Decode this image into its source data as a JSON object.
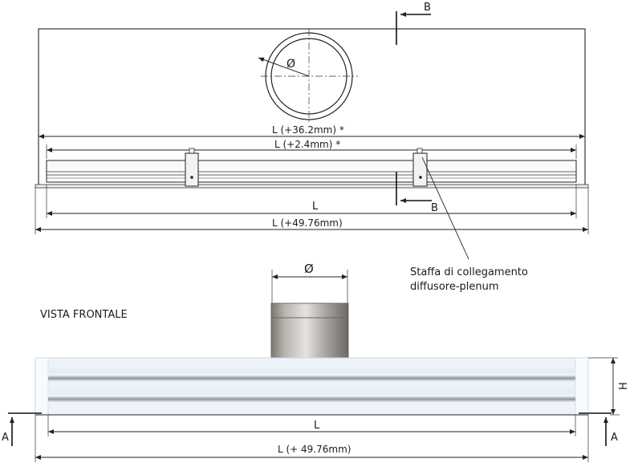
{
  "labels": {
    "section_b_top": "B",
    "section_b_bottom": "B",
    "section_a_left": "A",
    "section_a_right": "A",
    "diameter_top": "Ø",
    "diameter_front": "Ø",
    "dim_l_plus_36": "L (+36.2mm) *",
    "dim_l_plus_2_4": "L (+2.4mm) *",
    "dim_l_top": "L",
    "dim_l_plus_49_top": "L (+49.76mm)",
    "callout_line1": "Staffa di collegamento",
    "callout_line2": "diffusore-plenum",
    "view_title": "VISTA FRONTALE",
    "dim_h": "H",
    "dim_l_front": "L",
    "dim_l_plus_49_front": "L (+ 49.76mm)"
  }
}
